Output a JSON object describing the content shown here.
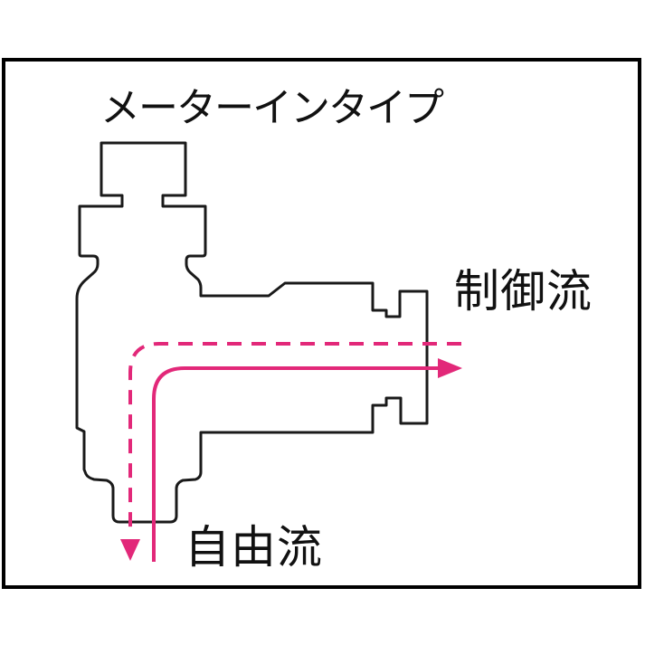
{
  "diagram": {
    "title": "メーターインタイプ",
    "controlled_flow_label": "制御流",
    "free_flow_label": "自由流"
  },
  "colors": {
    "flow": "#e22879",
    "outline": "#1a1a1a",
    "frame": "#000000",
    "background": "#ffffff"
  }
}
